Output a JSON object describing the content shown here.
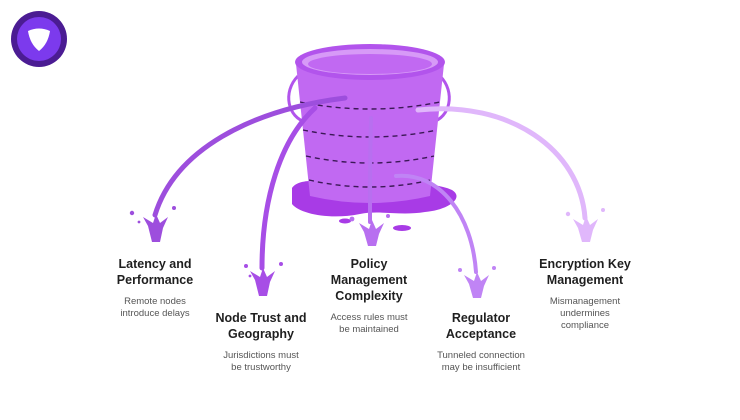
{
  "colors": {
    "bucket": "#c169f2",
    "bucket_rim": "#b254ec",
    "puddle": "#a83be6",
    "streams": [
      "#9d4edd",
      "#a74ee6",
      "#b86ff0",
      "#c084f5",
      "#e0b7fb"
    ],
    "logo_outer": "#4b1c93",
    "logo_inner": "#7c3aed"
  },
  "logo": {
    "icon": "triangle-shield-logo"
  },
  "items": [
    {
      "title": "Latency and Performance",
      "title_lines": [
        "Latency and",
        "Performance"
      ],
      "desc_lines": [
        "Remote nodes",
        "introduce delays"
      ]
    },
    {
      "title": "Node Trust and Geography",
      "title_lines": [
        "Node Trust and",
        "Geography"
      ],
      "desc_lines": [
        "Jurisdictions must",
        "be trustworthy"
      ]
    },
    {
      "title": "Policy Management Complexity",
      "title_lines": [
        "Policy",
        "Management",
        "Complexity"
      ],
      "desc_lines": [
        "Access rules must",
        "be maintained"
      ]
    },
    {
      "title": "Regulator Acceptance",
      "title_lines": [
        "Regulator",
        "Acceptance"
      ],
      "desc_lines": [
        "Tunneled connection",
        "may be insufficient"
      ]
    },
    {
      "title": "Encryption Key Management",
      "title_lines": [
        "Encryption Key",
        "Management"
      ],
      "desc_lines": [
        "Mismanagement",
        "undermines",
        "compliance"
      ]
    }
  ]
}
